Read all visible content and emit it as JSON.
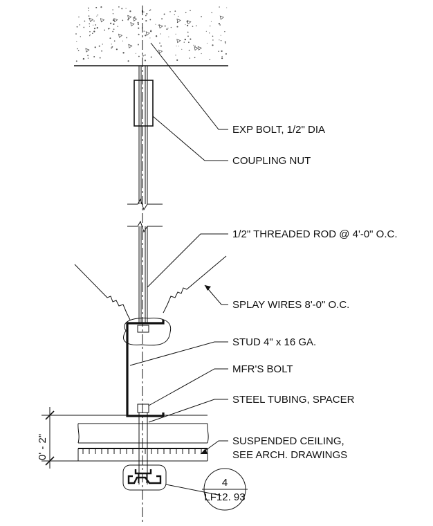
{
  "callouts": {
    "exp_bolt": "EXP BOLT, 1/2\" DIA",
    "coupling_nut": "COUPLING NUT",
    "threaded_rod": "1/2\" THREADED ROD @ 4'-0\" O.C.",
    "splay_wires": "SPLAY WIRES 8'-0\" O.C.",
    "stud": "STUD 4\" x 16 GA.",
    "mfr_bolt": "MFR'S BOLT",
    "steel_tubing": "STEEL TUBING, SPACER",
    "ceiling_line1": "SUSPENDED CEILING,",
    "ceiling_line2": "SEE ARCH. DRAWINGS"
  },
  "dimension": {
    "label": "0' - 2\""
  },
  "detail_tag": {
    "number": "4",
    "sheet": "LF12. 93"
  }
}
